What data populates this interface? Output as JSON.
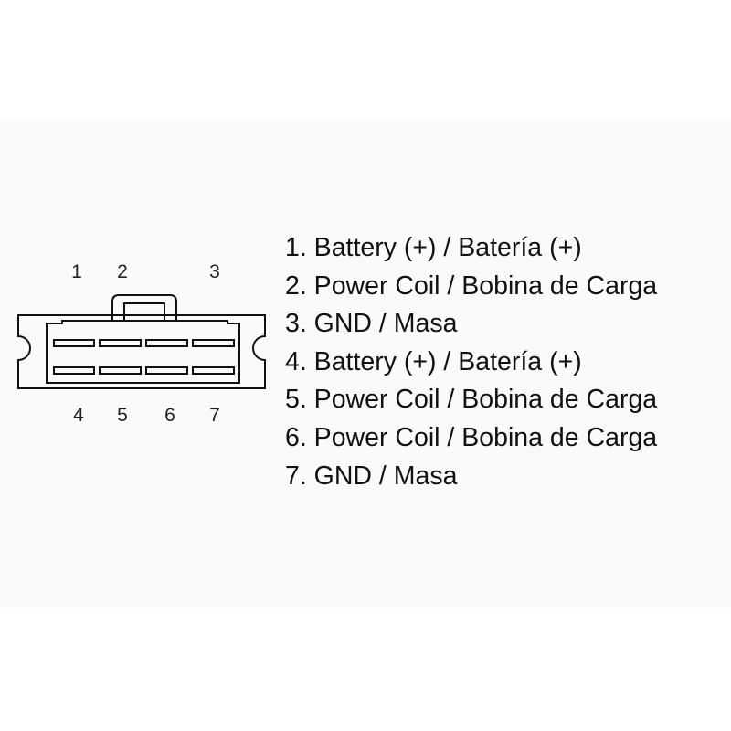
{
  "connector": {
    "top_pins": [
      "1",
      "2",
      "3"
    ],
    "bottom_pins": [
      "4",
      "5",
      "6",
      "7"
    ]
  },
  "legend": [
    "1. Battery (+) / Batería (+)",
    "2. Power Coil / Bobina de Carga",
    "3. GND / Masa",
    "4. Battery (+) / Batería (+)",
    "5. Power Coil / Bobina de Carga",
    "6. Power Coil / Bobina de Carga",
    "7. GND / Masa"
  ]
}
